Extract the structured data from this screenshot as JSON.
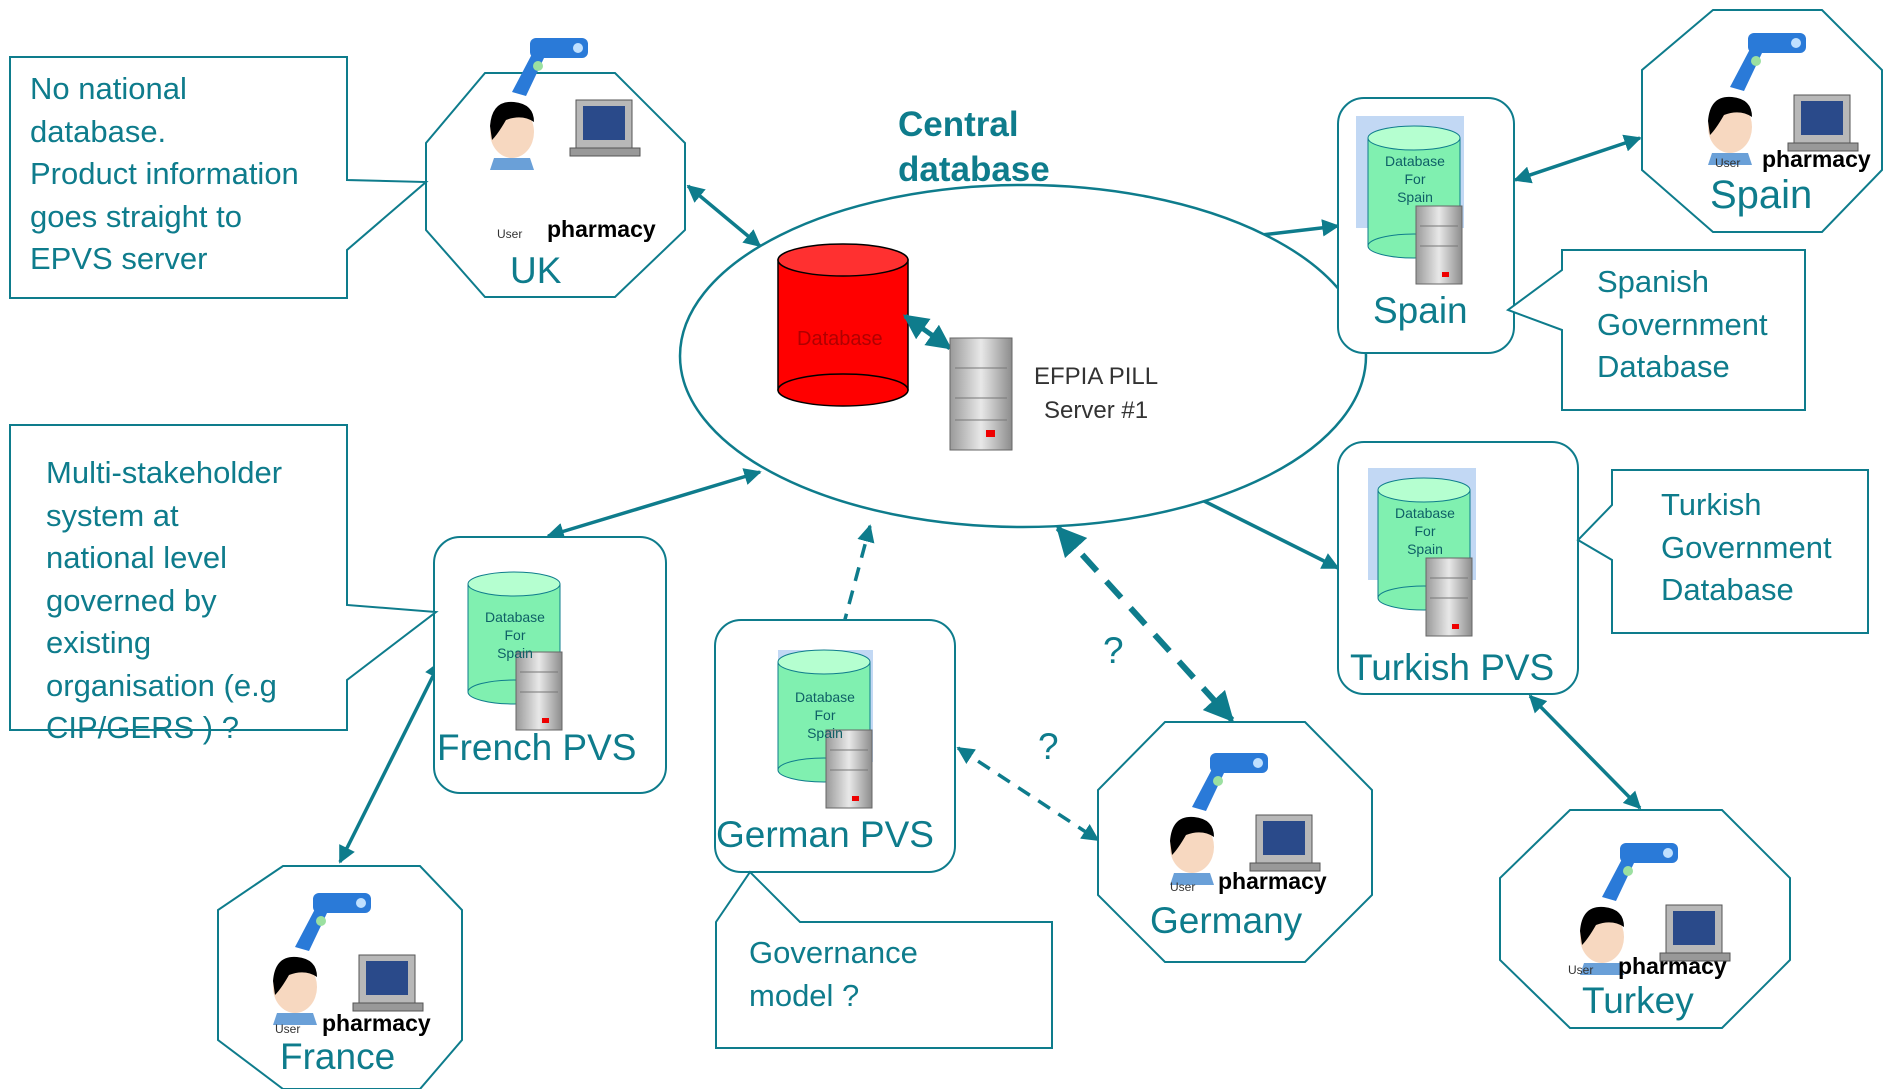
{
  "central": {
    "title_line1": "Central",
    "title_line2": "database",
    "database_label": "Database",
    "server_line1": "EFPIA PILL",
    "server_line2": "Server #1"
  },
  "nodes": {
    "uk": "UK",
    "spain_user": "Spain",
    "spain_db": "Spain",
    "turkish_pvs": "Turkish PVS",
    "turkey": "Turkey",
    "germany": "Germany",
    "german_pvs": "German PVS",
    "french_pvs": "French PVS",
    "france": "France"
  },
  "station": {
    "user_label": "User",
    "pharmacy_label": "pharmacy"
  },
  "small_db": {
    "line1": "Database",
    "line2": "For",
    "line3": "Spain"
  },
  "callouts": {
    "uk_note": [
      "No national",
      "database.",
      "Product information",
      "goes straight to",
      "EPVS server"
    ],
    "france_note": [
      "Multi-stakeholder",
      "system at",
      "national level",
      "governed by",
      "existing",
      "organisation (e.g",
      "CIP/GERS ) ?"
    ],
    "spain_note": [
      "Spanish",
      "Government",
      "Database"
    ],
    "turkey_note": [
      "Turkish",
      "Government",
      "Database"
    ],
    "germany_note": [
      "Governance",
      "model ?"
    ]
  },
  "question_marks": {
    "q1": "?",
    "q2": "?"
  },
  "colors": {
    "teal": "#0e7c8c",
    "central_db_red": "#ff0000",
    "pvs_db_green": "#80f0b0",
    "scanner_blue": "#2a7ad8"
  }
}
